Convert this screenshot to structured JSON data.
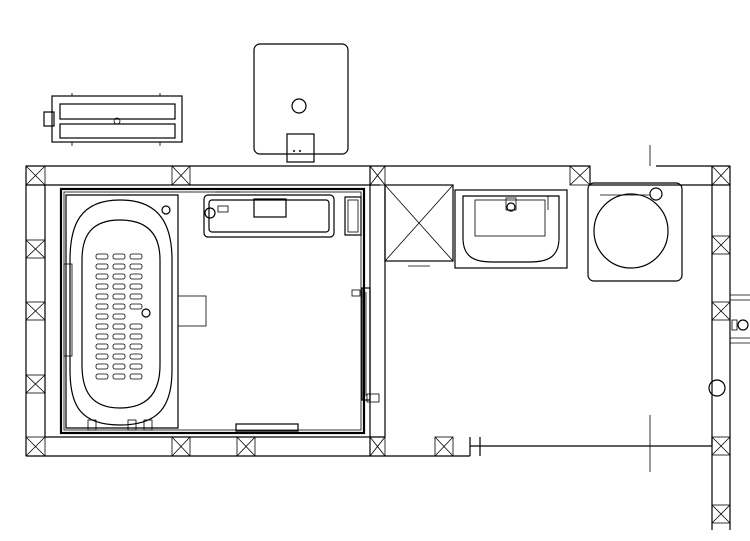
{
  "drawing": {
    "kind": "floor-plan",
    "color": "#000000",
    "background": "#ffffff",
    "rooms": [
      "bathroom",
      "washroom"
    ],
    "fixtures": [
      "bathtub",
      "shower-faucet",
      "shower-shelf",
      "shower-door",
      "washbasin",
      "washing-machine",
      "storage-cabinet",
      "water-heater",
      "toilet-tank"
    ]
  }
}
